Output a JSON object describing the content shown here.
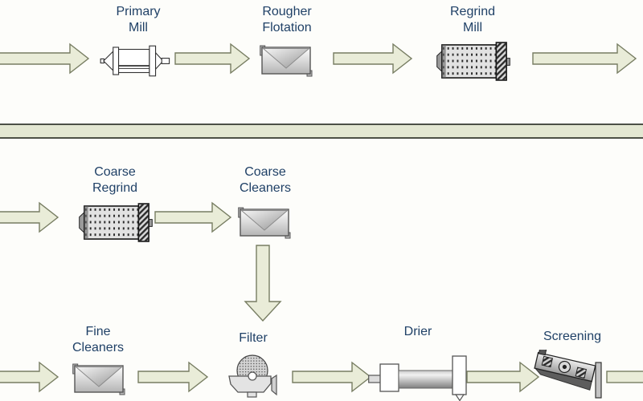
{
  "diagram": {
    "colors": {
      "background": "#fdfdfa",
      "arrow_fill": "#e9ecd8",
      "arrow_stroke": "#777d62",
      "bar_fill": "#e3e7d2",
      "bar_stroke": "#4c5046",
      "label_color": "#1f4066"
    },
    "nodes": {
      "primary_mill": {
        "line1": "Primary",
        "line2": "Mill",
        "icon": "ball-mill-icon"
      },
      "rougher_flotation": {
        "line1": "Rougher",
        "line2": "Flotation",
        "icon": "flotation-cell-icon"
      },
      "regrind_mill": {
        "line1": "Regrind",
        "line2": "Mill",
        "icon": "regrind-mill-icon"
      },
      "coarse_regrind": {
        "line1": "Coarse",
        "line2": "Regrind",
        "icon": "regrind-mill-icon"
      },
      "coarse_cleaners": {
        "line1": "Coarse",
        "line2": "Cleaners",
        "icon": "flotation-cell-icon"
      },
      "fine_cleaners": {
        "line1": "Fine",
        "line2": "Cleaners",
        "icon": "flotation-cell-icon"
      },
      "filter": {
        "line1": "Filter",
        "icon": "disc-filter-icon"
      },
      "drier": {
        "line1": "Drier",
        "icon": "rotary-drier-icon"
      },
      "screening": {
        "line1": "Screening",
        "icon": "vibrating-screen-icon"
      }
    },
    "flow_edges": [
      {
        "from": "feed-left",
        "to": "Primary Mill"
      },
      {
        "from": "Primary Mill",
        "to": "Rougher Flotation"
      },
      {
        "from": "Rougher Flotation",
        "to": "Regrind Mill"
      },
      {
        "from": "Regrind Mill",
        "to": "offpage-right"
      },
      {
        "from": "feed-left",
        "to": "Coarse Regrind"
      },
      {
        "from": "Coarse Regrind",
        "to": "Coarse Cleaners"
      },
      {
        "from": "Coarse Cleaners",
        "to": "Filter"
      },
      {
        "from": "feed-left",
        "to": "Fine Cleaners"
      },
      {
        "from": "Fine Cleaners",
        "to": "Filter"
      },
      {
        "from": "Filter",
        "to": "Drier"
      },
      {
        "from": "Drier",
        "to": "Screening"
      },
      {
        "from": "Screening",
        "to": "offpage-right"
      }
    ]
  }
}
